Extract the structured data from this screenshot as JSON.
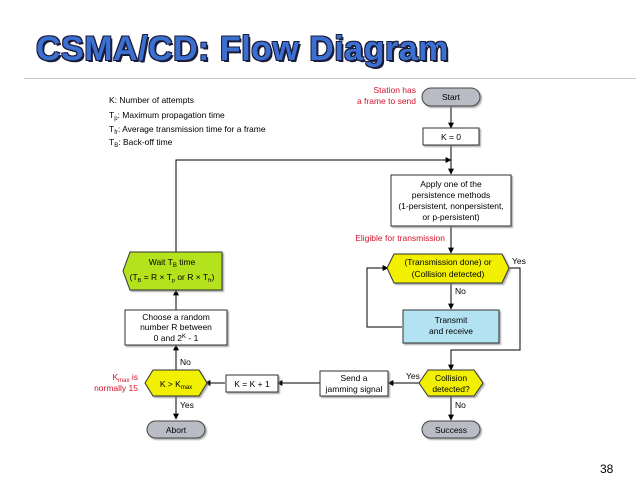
{
  "title": "CSMA/CD: Flow Diagram",
  "page_number": "38",
  "legend": [
    {
      "sym": "K",
      "sub": "",
      "text": ": Number of attempts"
    },
    {
      "sym": "T",
      "sub": "p",
      "text": ": Maximum propagation time"
    },
    {
      "sym": "T",
      "sub": "fr",
      "text": ": Average transmission time for a frame"
    },
    {
      "sym": "T",
      "sub": "B",
      "text": ": Back-off time"
    }
  ],
  "nodes": {
    "start": "Start",
    "start_note": [
      "Station has",
      "a frame to send"
    ],
    "k_zero": "K = 0",
    "persistence": [
      "Apply one of the",
      "persistence methods",
      "(1-persistent, nonpersistent,",
      "or p-persistent)"
    ],
    "eligible_note": "Eligible for transmission",
    "done_check": [
      "(Transmission done) or",
      "(Collision detected)"
    ],
    "transmit": [
      "Transmit",
      "and receive"
    ],
    "collision_check": [
      "Collision",
      "detected?"
    ],
    "jam": [
      "Send a",
      "jamming signal"
    ],
    "k_inc": "K = K + 1",
    "kmax_check": {
      "pre": "K > K",
      "sub": "max"
    },
    "kmax_note": {
      "pre": "K",
      "sub": "max",
      "post": " is",
      "line2": "normally 15"
    },
    "random": {
      "line1": "Choose a random",
      "line2": "number R between",
      "line3_pre": "0 and 2",
      "line3_sup": "K",
      "line3_post": " - 1"
    },
    "wait": {
      "line1_pre": "Wait T",
      "line1_sub": "B",
      "line1_post": " time"
    },
    "abort": "Abort",
    "success": "Success"
  },
  "edge_labels": {
    "done_yes": "Yes",
    "done_no": "No",
    "collision_yes": "Yes",
    "collision_no": "No",
    "kmax_yes": "Yes",
    "kmax_no": "No"
  },
  "colors": {
    "terminal_fill": "#b9bcc4",
    "decision_fill": "#f0f000",
    "wait_fill": "#b4e21b",
    "transmit_fill": "#b3e3f3",
    "note_red": "#d3122c"
  }
}
